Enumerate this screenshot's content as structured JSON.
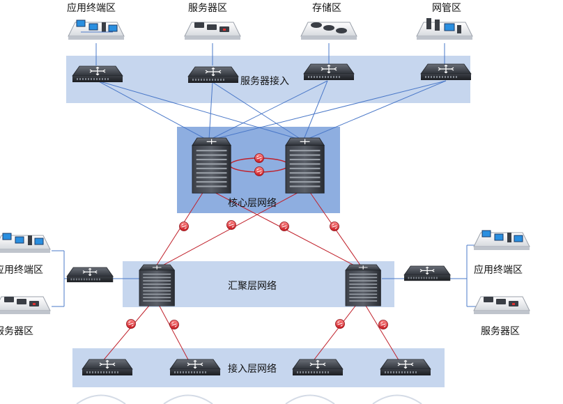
{
  "zones": {
    "top": [
      {
        "label": "应用终端区"
      },
      {
        "label": "服务器区"
      },
      {
        "label": "存储区"
      },
      {
        "label": "网管区"
      }
    ],
    "left": [
      {
        "label": "应用终端区"
      },
      {
        "label": "服务器区"
      }
    ],
    "right": [
      {
        "label": "应用终端区"
      },
      {
        "label": "服务器区"
      }
    ]
  },
  "layers": {
    "server_access": "服务器接入",
    "core": "核心层网络",
    "aggregation": "汇聚层网络",
    "access": "接入层网络"
  },
  "colors": {
    "band_light": "#c6d6ee",
    "band_core": "#8eaee0",
    "link_blue": "#4a78c8",
    "link_red": "#c0202a"
  }
}
